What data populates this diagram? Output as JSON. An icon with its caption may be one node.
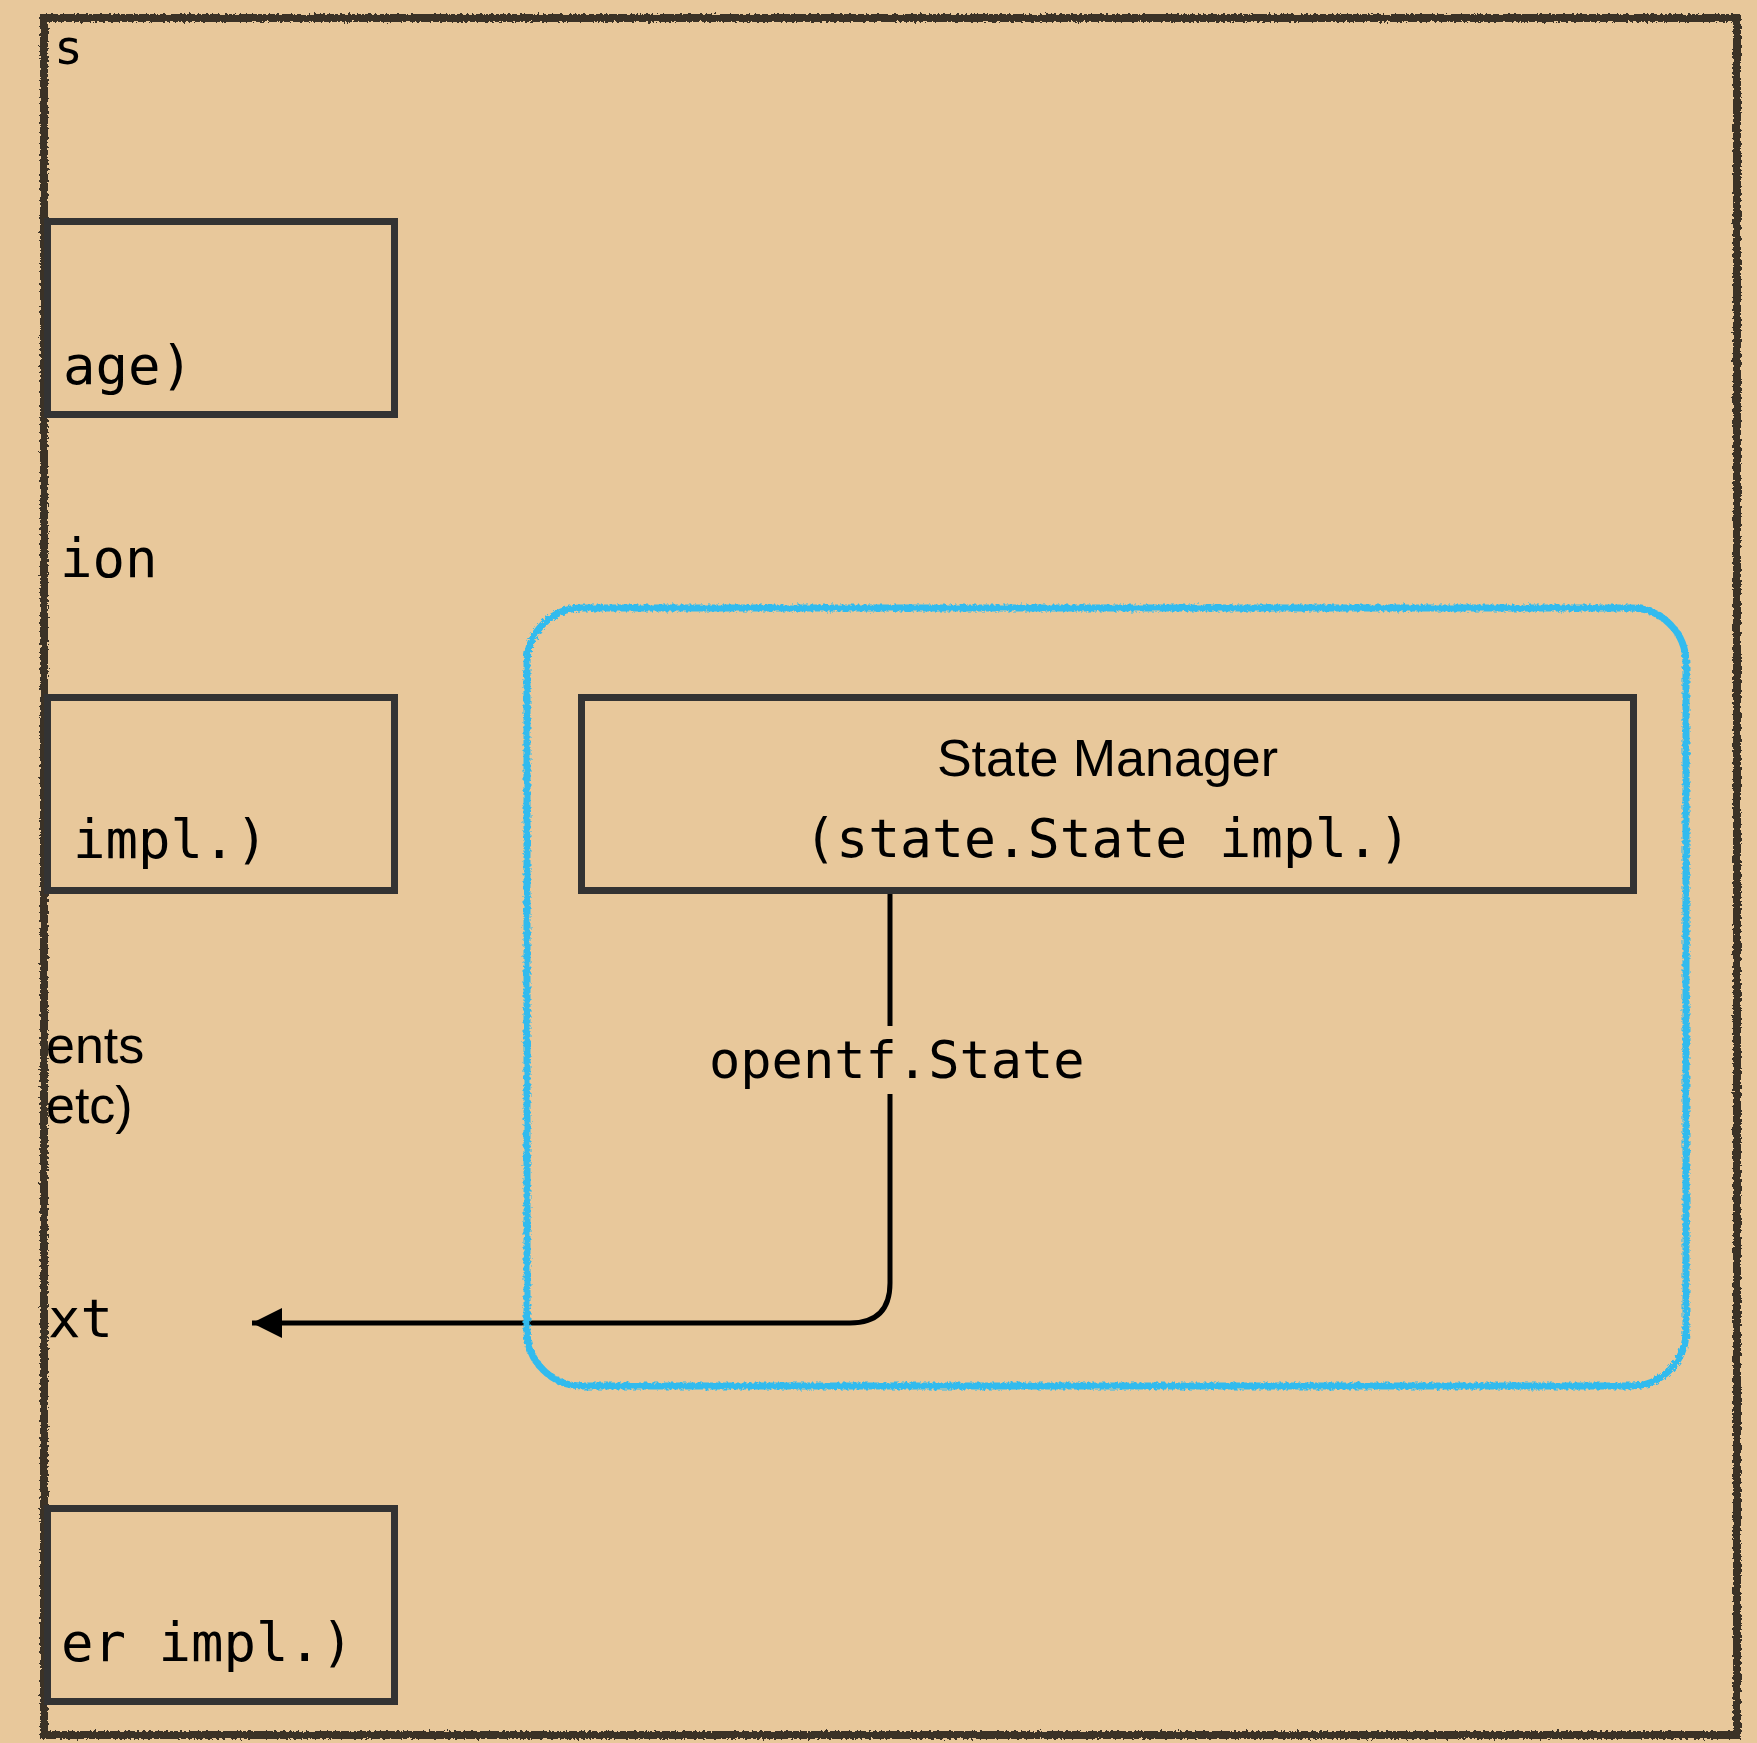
{
  "diagram": {
    "nodes": [
      {
        "text": [
          "s"
        ]
      },
      {
        "text": [
          "age)"
        ],
        "in": 0
      },
      {
        "text": [
          "impl.)"
        ],
        "in": 0
      },
      {
        "text": [],
        "shape": "box",
        "in": 0
      },
      {
        "text": [
          "State Manager",
          "(state.State impl.)"
        ],
        "in": 3
      },
      {
        "text": [
          "xt"
        ],
        "in": 0
      },
      {
        "text": [
          "er impl.)"
        ],
        "in": 0
      }
    ],
    "edges": [
      {
        "from": 4,
        "to": 5,
        "arrow": "to",
        "label": "opentf.State"
      }
    ],
    "labels": [
      "ion",
      "ents etc)"
    ]
  }
}
